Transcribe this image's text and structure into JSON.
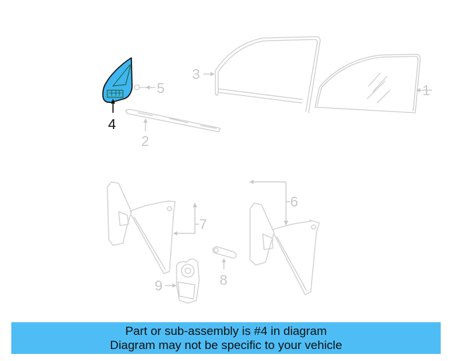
{
  "diagram": {
    "highlighted_part": "4",
    "highlight_color": "#3fb6f0",
    "muted_color": "#c8c8c8",
    "callouts": [
      {
        "id": "1",
        "label": "1",
        "part": "door-glass"
      },
      {
        "id": "2",
        "label": "2",
        "part": "glass-run-channel-strip"
      },
      {
        "id": "3",
        "label": "3",
        "part": "door-frame-weatherstrip"
      },
      {
        "id": "4",
        "label": "4",
        "part": "quarter-vent-glass"
      },
      {
        "id": "5",
        "label": "5",
        "part": "screw"
      },
      {
        "id": "6",
        "label": "6",
        "part": "window-regulator-right"
      },
      {
        "id": "7",
        "label": "7",
        "part": "window-regulator-left"
      },
      {
        "id": "8",
        "label": "8",
        "part": "clip"
      },
      {
        "id": "9",
        "label": "9",
        "part": "window-motor"
      }
    ]
  },
  "banner": {
    "line1": "Part or sub-assembly is #4 in diagram",
    "line2": "Diagram may not be specific to your vehicle",
    "background": "#4fbdf5"
  }
}
